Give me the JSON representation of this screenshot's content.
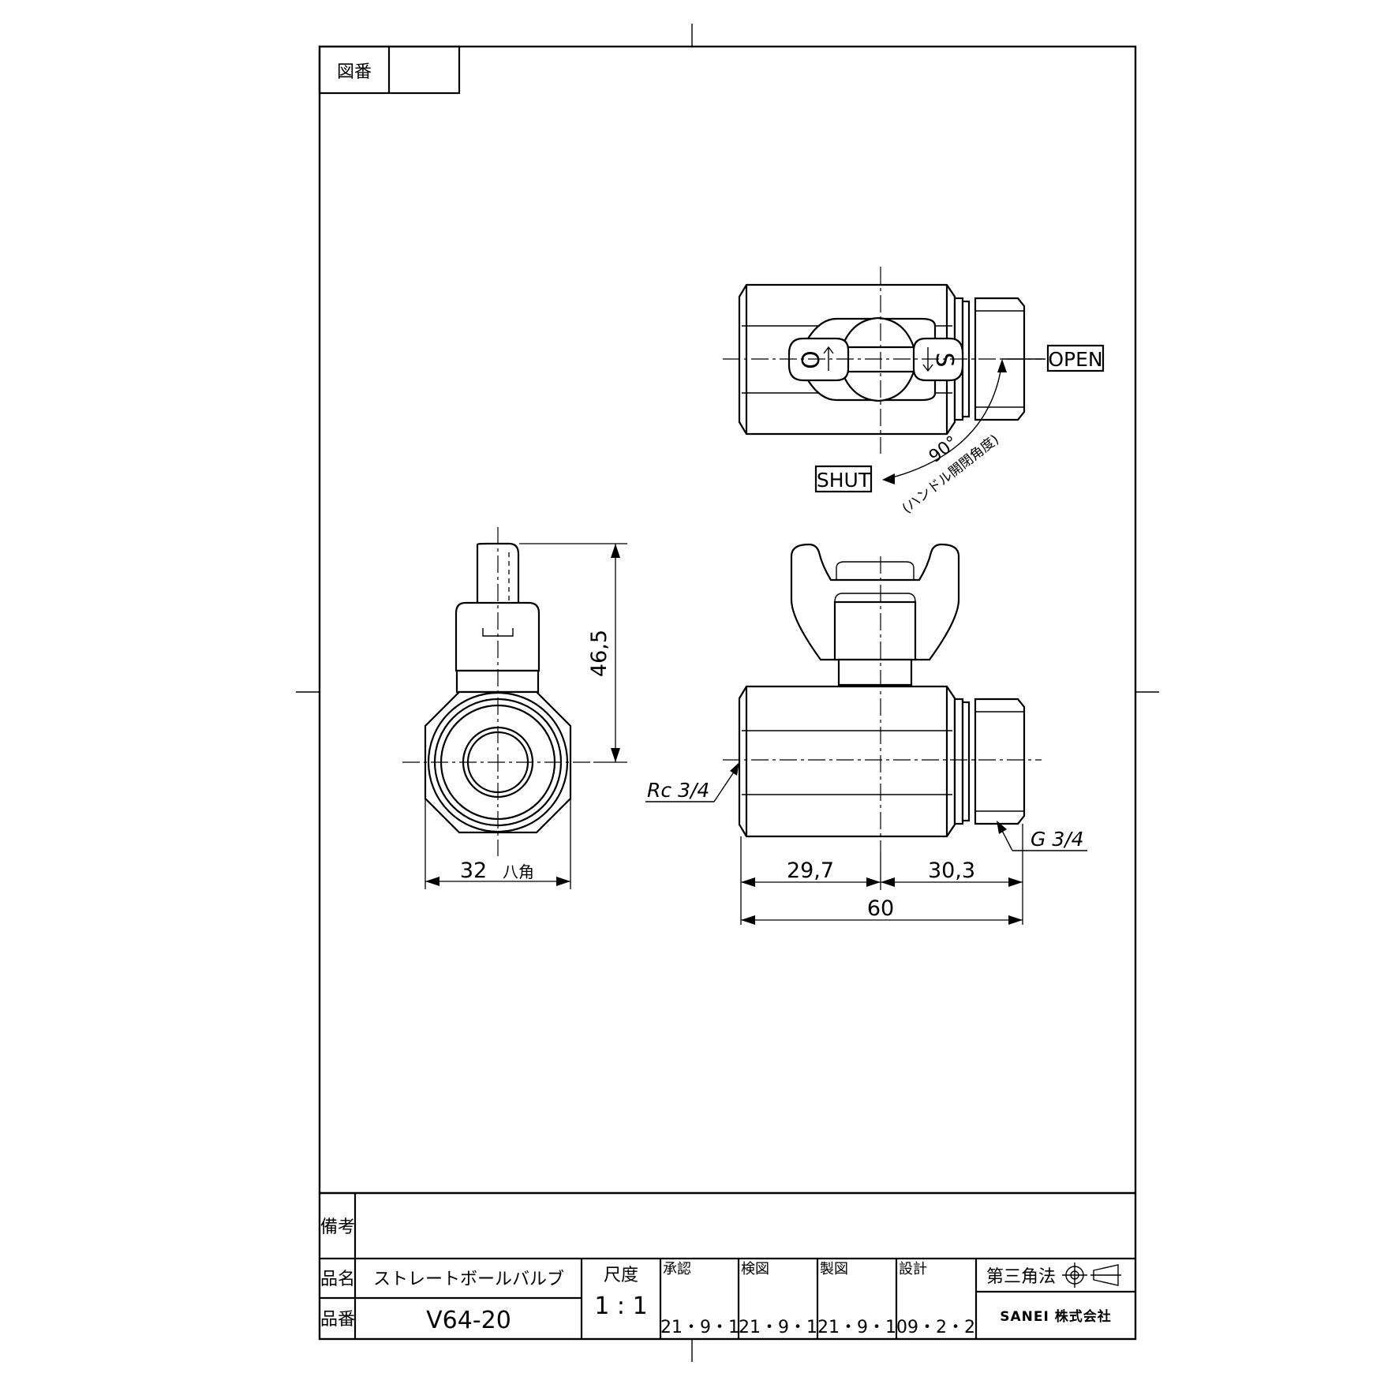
{
  "title_block": {
    "drawing_no_label": "図番",
    "drawing_no_value": "",
    "remarks_label": "備考",
    "remarks_value": "",
    "name_label": "品名",
    "name_value": "ストレートボールバルブ",
    "part_label": "品番",
    "part_value": "V64-20",
    "scale_label": "尺度",
    "scale_value": "1 : 1",
    "approval_label": "承認",
    "approval_date": "21・9・1",
    "check_label": "検図",
    "check_date": "21・9・1",
    "drafting_label": "製図",
    "drafting_date": "21・9・1",
    "design_label": "設計",
    "design_date": "09・2・2",
    "projection_label": "第三角法",
    "company": "SANEI 株式会社"
  },
  "top_view": {
    "open_label": "OPEN",
    "shut_label": "SHUT",
    "angle_label": "90°",
    "angle_note": "(ハンドル開閉角度)",
    "handle_mark_left": "O",
    "handle_mark_right": "S"
  },
  "side_view": {
    "height_dim": "46,5",
    "width_dim": "32",
    "width_note": "八角"
  },
  "front_view": {
    "thread_left": "Rc 3/4",
    "thread_right": "G 3/4",
    "dim_left": "29,7",
    "dim_right": "30,3",
    "dim_total": "60"
  },
  "colors": {
    "line": "#000000",
    "paper": "#ffffff"
  }
}
